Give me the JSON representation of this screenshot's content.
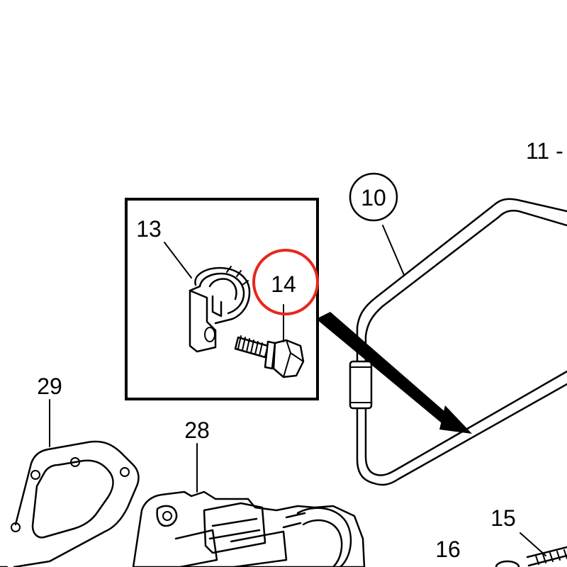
{
  "callouts": {
    "c10": "10",
    "c11": "11 -",
    "c13": "13",
    "c14": "14",
    "c15": "15",
    "c16": "16",
    "c28": "28",
    "c29": "29"
  },
  "colors": {
    "line": "#000000",
    "highlight": "#e8261c",
    "background": "#ffffff"
  }
}
